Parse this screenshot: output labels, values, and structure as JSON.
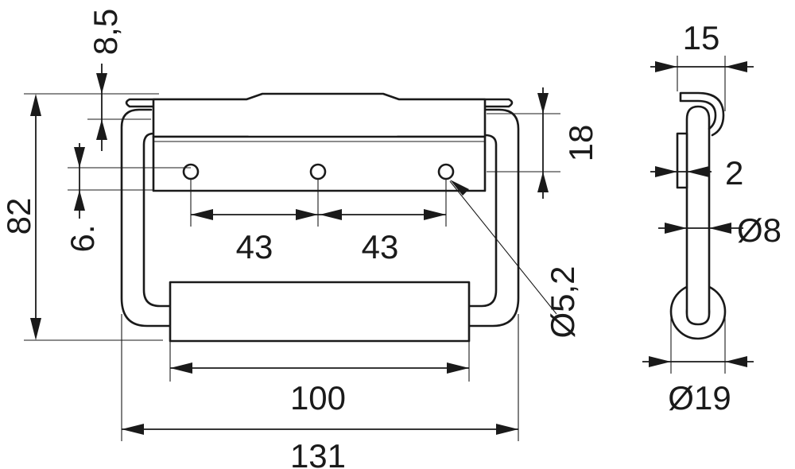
{
  "dimensions": {
    "total_width": "131",
    "grip_length": "100",
    "height": "82",
    "hole_pitch_left": "43",
    "hole_pitch_right": "43",
    "hole_diameter": "Ø5,2",
    "top_offset": "8,5",
    "hole_offset": "6.",
    "plate_height": "18",
    "side_depth": "15",
    "plate_thickness": "2",
    "rod_diameter": "Ø8",
    "grip_diameter": "Ø19"
  },
  "colors": {
    "line": "#1a1a1a",
    "background": "#ffffff"
  }
}
